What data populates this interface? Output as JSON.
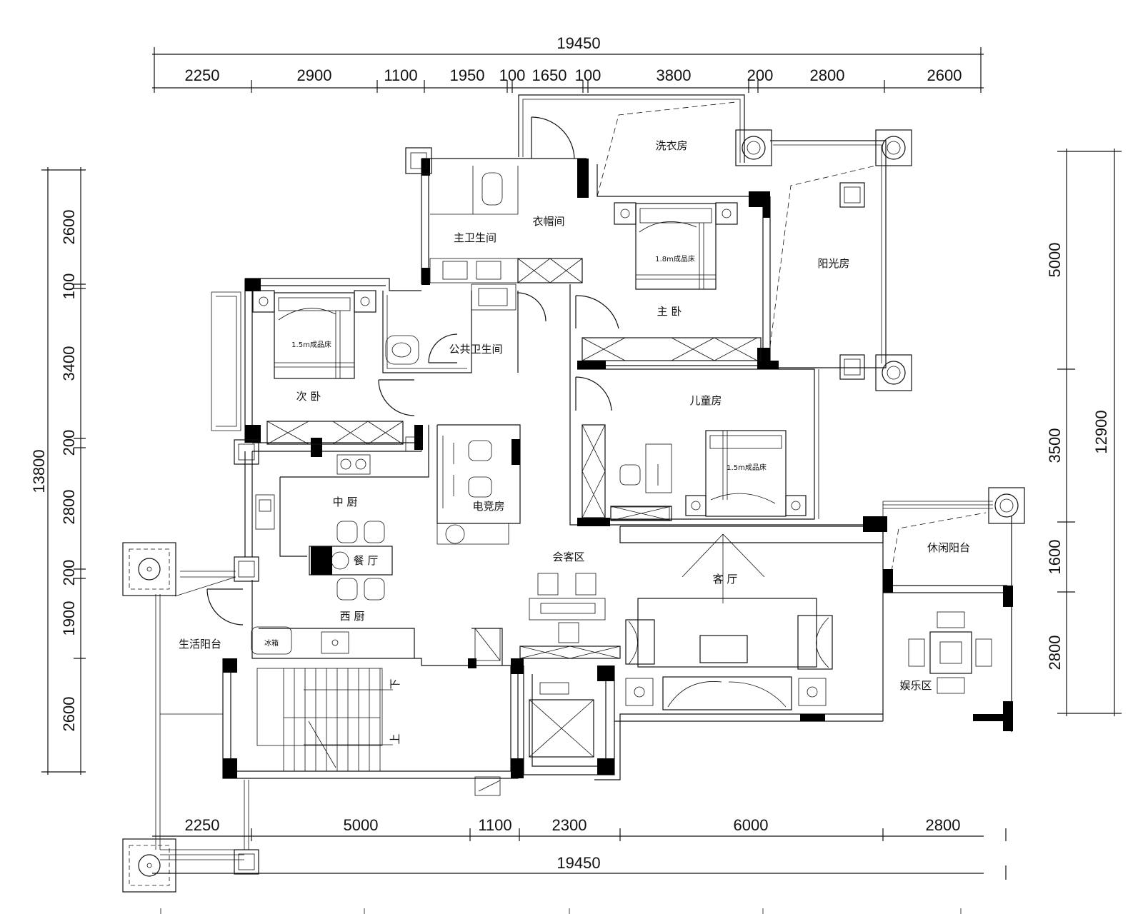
{
  "dimensions": {
    "top_total": "19450",
    "top_segments": [
      "2250",
      "2900",
      "1100",
      "1950",
      "100",
      "1650",
      "100",
      "3800",
      "200",
      "2800",
      "2600"
    ],
    "bottom_segments": [
      "2250",
      "5000",
      "1100",
      "2300",
      "6000",
      "2800"
    ],
    "bottom_total": "19450",
    "left_total": "13800",
    "left_segments": [
      "2600",
      "100",
      "3400",
      "200",
      "2800",
      "200",
      "1900",
      "2600"
    ],
    "right_segments": [
      "5000",
      "3500",
      "1600",
      "2800"
    ],
    "right_total": "12900"
  },
  "rooms": {
    "laundry": "洗衣房",
    "master_bath": "主卫生间",
    "closet": "衣帽间",
    "master_bed": "主 卧",
    "sunroom": "阳光房",
    "second_bed": "次 卧",
    "public_bath": "公共卫生间",
    "kids_room": "儿童房",
    "chinese_kitchen": "中 厨",
    "study": "电竞房",
    "dining": "餐 厅",
    "reception": "会客区",
    "living": "客 厅",
    "leisure_balcony": "休闲阳台",
    "western_kitchen": "西 厨",
    "service_balcony": "生活阳台",
    "entertainment": "娱乐区",
    "up_mark": "上",
    "down_mark": "下"
  },
  "furniture": {
    "bed_master": "1.8m成品床",
    "bed_second": "1.5m成品床",
    "bed_kids": "1.5m成品床",
    "fridge": "冰箱"
  }
}
